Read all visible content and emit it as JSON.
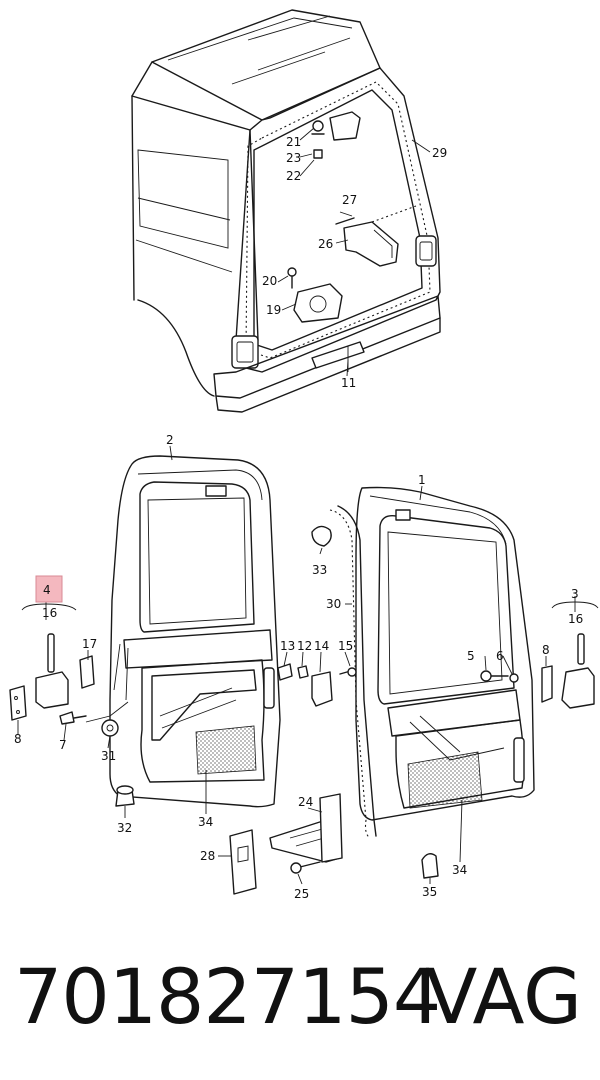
{
  "diagram": {
    "callouts": {
      "c1": "1",
      "c2": "2",
      "c3": "3",
      "c4": "4",
      "c5": "5",
      "c6": "6",
      "c7": "7",
      "c8a": "8",
      "c8b": "8",
      "c11": "11",
      "c12": "12",
      "c13": "13",
      "c14": "14",
      "c15": "15",
      "c16a": "16",
      "c16b": "16",
      "c17": "17",
      "c19": "19",
      "c20": "20",
      "c21": "21",
      "c22": "22",
      "c23": "23",
      "c24": "24",
      "c25": "25",
      "c26": "26",
      "c27": "27",
      "c28": "28",
      "c29": "29",
      "c30": "30",
      "c31": "31",
      "c32": "32",
      "c33": "33",
      "c34a": "34",
      "c34b": "34",
      "c35": "35"
    },
    "highlight_color": "#f4b8bf"
  },
  "footer": {
    "part_number": "701827154",
    "brand": "VAG"
  }
}
